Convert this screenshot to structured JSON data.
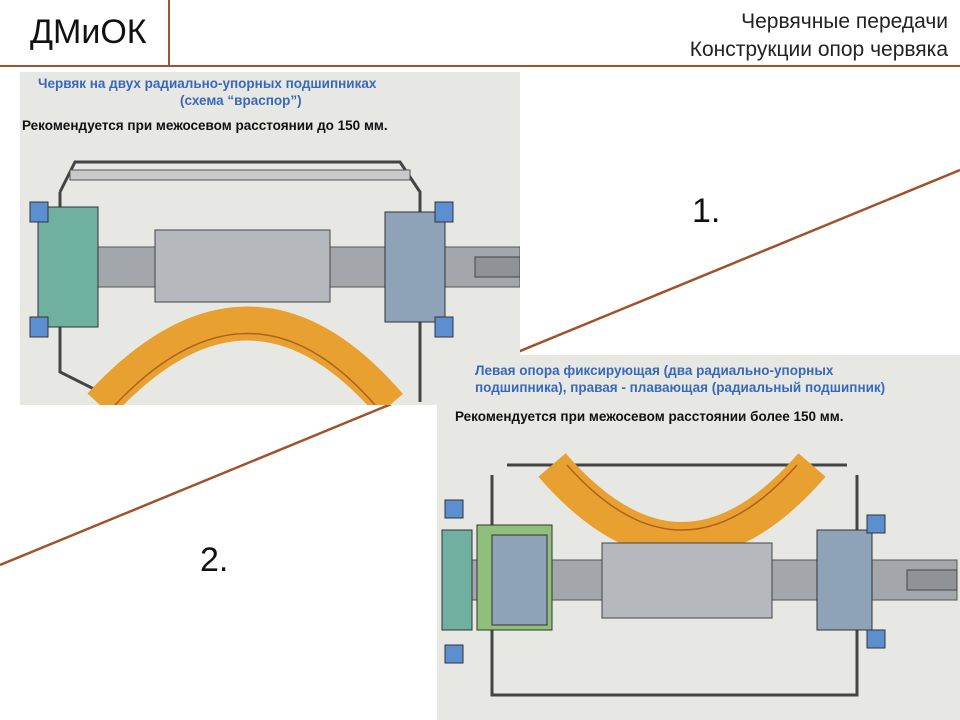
{
  "header": {
    "logo": "ДМиОК",
    "title_line1": "Червячные передачи",
    "title_line2": "Конструкции опор червяка"
  },
  "scheme1": {
    "caption_line1": "Червяк на двух радиально-упорных подшипниках",
    "caption_line2": "(схема “враспор”)",
    "recommendation": "Рекомендуется при межосевом расстоянии до 150  мм.",
    "number": "1."
  },
  "scheme2": {
    "caption_line1": "Левая опора фиксирующая (два радиально-упорных",
    "caption_line2": "подшипника), правая - плавающая (радиальный подшипник)",
    "recommendation": "Рекомендуется при межосевом расстоянии более 150  мм.",
    "number": "2."
  },
  "colors": {
    "accent_line": "#a0522d",
    "caption_blue": "#3a68b8",
    "wheel_orange": "#e8a030",
    "shaft_gray": "#9a9ea3"
  }
}
